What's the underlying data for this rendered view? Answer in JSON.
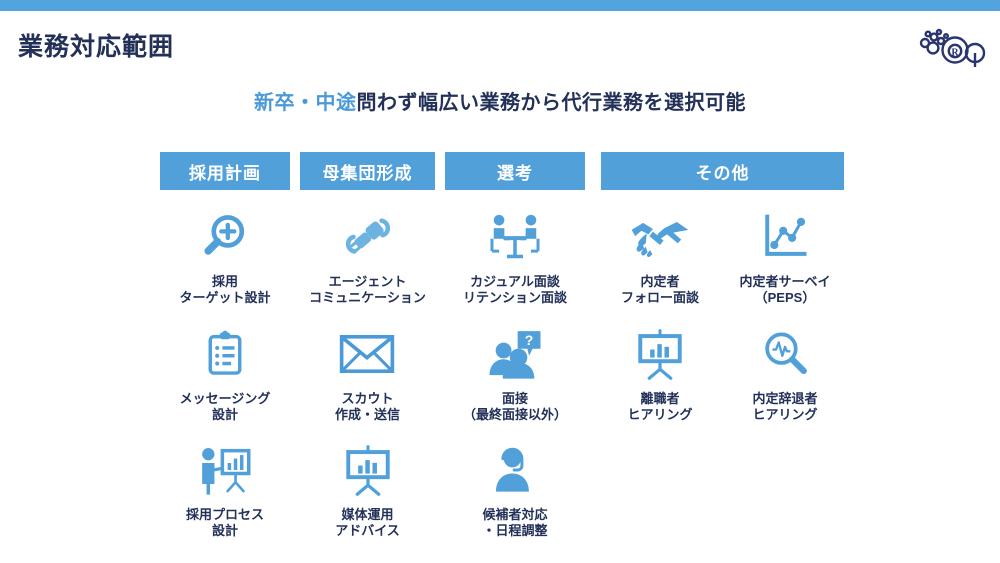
{
  "top_bar": {
    "color": "#52a3de"
  },
  "header": {
    "title": "業務対応範囲",
    "logo_name": "company-logo"
  },
  "subtitle": {
    "highlight": "新卒・中途",
    "rest": "問わず幅広い業務から代行業務を選択可能",
    "highlight_color": "#4a9ad8",
    "rest_color": "#233159"
  },
  "theme": {
    "header_bg": "#51a0da",
    "icon_blue": "#51a0da",
    "text_navy": "#233159"
  },
  "columns": [
    {
      "header": "採用計画",
      "items": [
        {
          "icon": "magnifier-plus-icon",
          "label": "採用\nターゲット設計"
        },
        {
          "icon": "clipboard-list-icon",
          "label": "メッセージング\n設計"
        },
        {
          "icon": "presenter-chart-icon",
          "label": "採用プロセス\n設計"
        }
      ]
    },
    {
      "header": "母集団形成",
      "items": [
        {
          "icon": "plug-connector-icon",
          "label": "エージェント\nコミュニケーション"
        },
        {
          "icon": "envelope-icon",
          "label": "スカウト\n作成・送信"
        },
        {
          "icon": "chart-board-icon",
          "label": "媒体運用\nアドバイス"
        }
      ]
    },
    {
      "header": "選考",
      "items": [
        {
          "icon": "meeting-table-icon",
          "label": "カジュアル面談\nリテンション面談"
        },
        {
          "icon": "people-question-icon",
          "label": "面接\n（最終面接以外）"
        },
        {
          "icon": "headset-person-icon",
          "label": "候補者対応\n・日程調整"
        }
      ]
    },
    {
      "header": "その他",
      "items": [
        {
          "icon": "handshake-icon",
          "label": "内定者\nフォロー面談"
        },
        {
          "icon": "line-chart-icon",
          "label": "内定者サーベイ\n（PEPS）"
        },
        {
          "icon": "chart-board-icon",
          "label": "離職者\nヒアリング"
        },
        {
          "icon": "magnifier-pulse-icon",
          "label": "内定辞退者\nヒアリング"
        }
      ]
    }
  ]
}
